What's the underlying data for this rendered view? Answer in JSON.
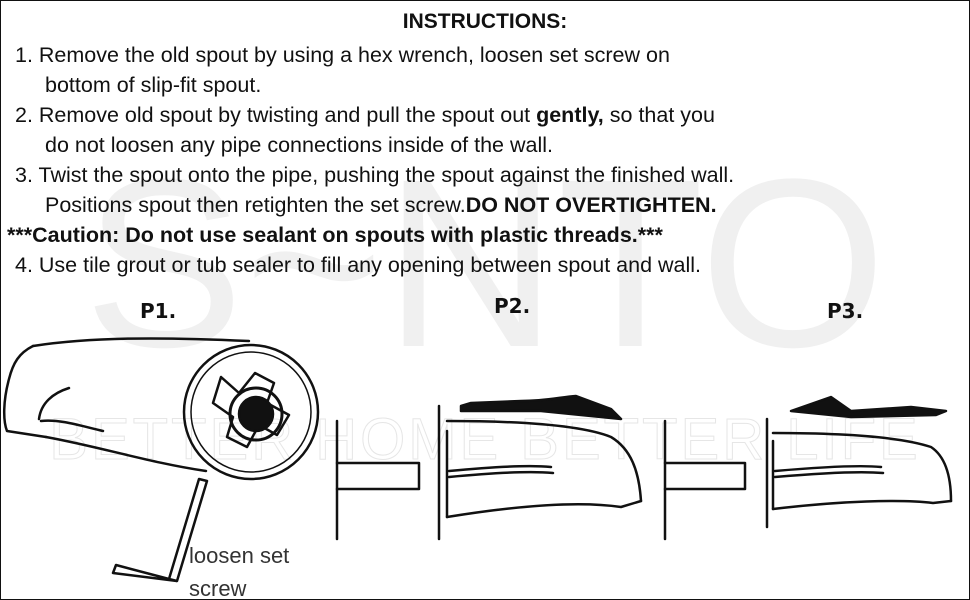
{
  "title": "INSTRUCTIONS:",
  "steps": [
    {
      "l1": "1. Remove the old spout by using a hex wrench, loosen set screw on",
      "l2": "bottom of slip-fit spout."
    },
    {
      "l1_a": "2. Remove old spout by twisting and pull the spout out ",
      "l1_b": "gently,",
      "l1_c": " so that you",
      "l2": "do not loosen any pipe connections inside of the wall."
    },
    {
      "l1": "3. Twist the spout onto the pipe, pushing the spout against the finished wall.",
      "l2_a": "Positions spout then retighten the set screw.",
      "l2_b": "DO NOT OVERTIGHTEN."
    }
  ],
  "caution": "***Caution: Do not use sealant on spouts with plastic threads.***",
  "step4": "4. Use tile grout or tub sealer to fill any opening between spout and wall.",
  "panels": {
    "p1": "P1.",
    "p2": "P2.",
    "p3": "P3."
  },
  "annotation": {
    "line1": "loosen set",
    "line2": "screw"
  }
}
